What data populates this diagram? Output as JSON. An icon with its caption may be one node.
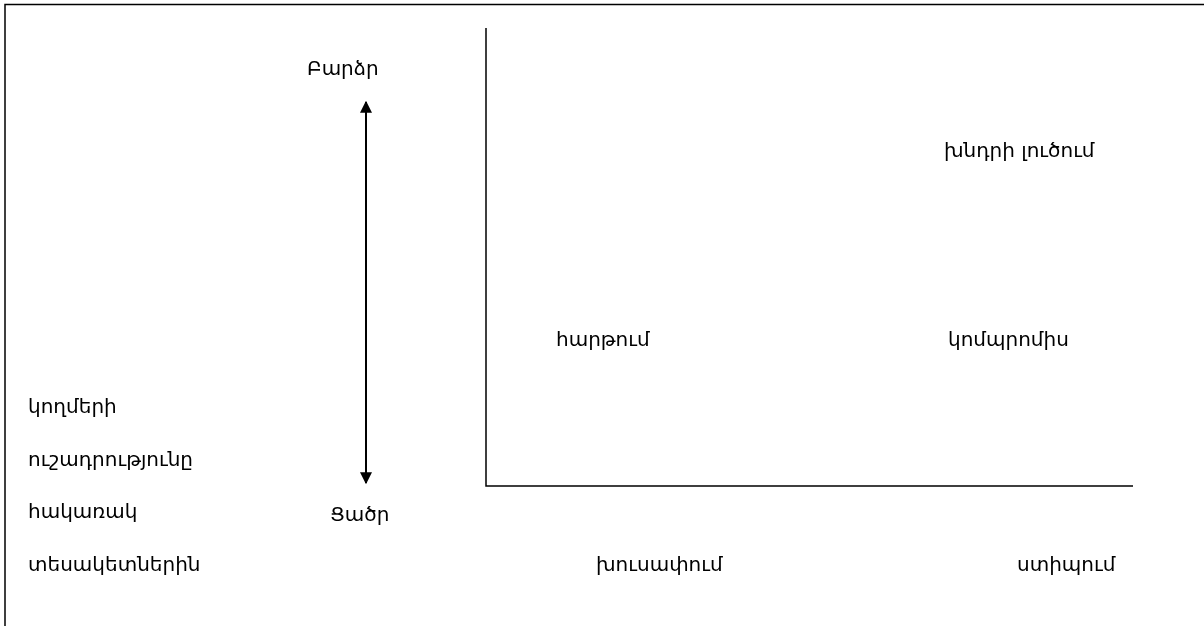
{
  "diagram": {
    "labels": [
      "Բարձր",
      "խնդրի լուծում",
      "հարթում",
      "կոմպրոմիս",
      "կողմերի ուշադրությունը հակառակ տեսակետներին",
      "Ցածր",
      "խուսափում",
      "ստիպում"
    ]
  }
}
